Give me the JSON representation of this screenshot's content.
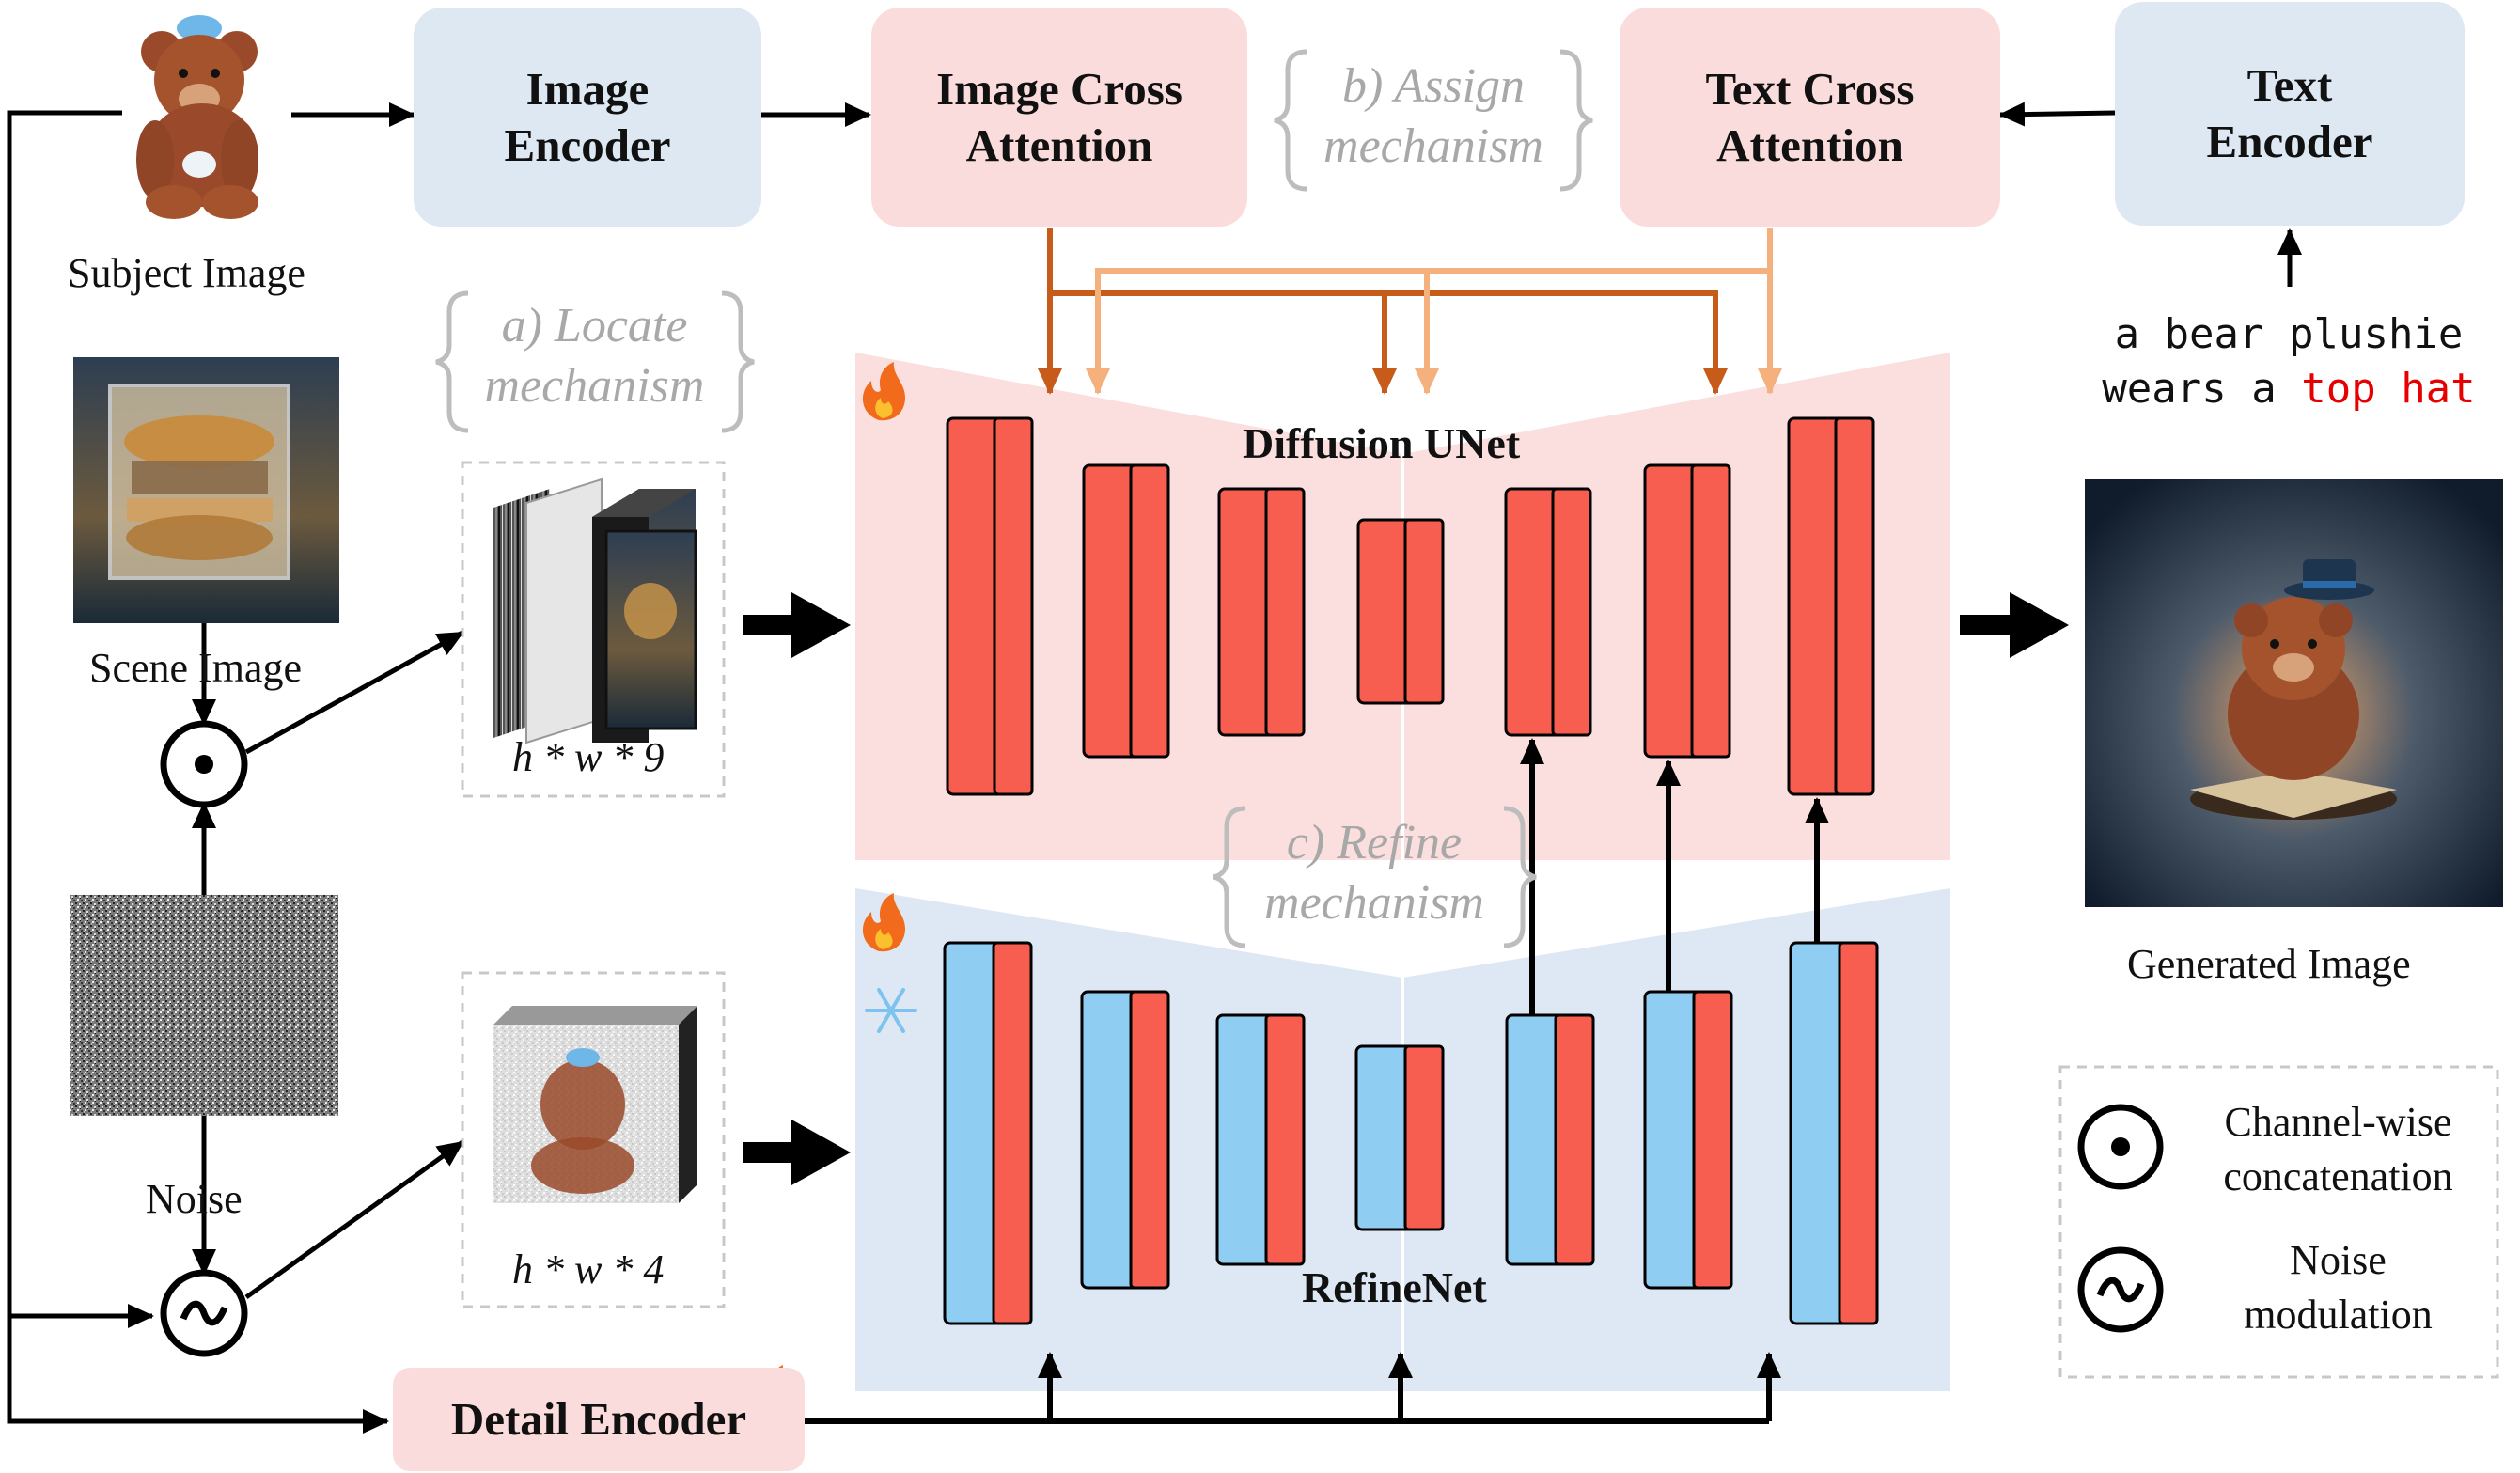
{
  "subject_label": "Subject Image",
  "scene_label": "Scene Image",
  "noise_label": "Noise",
  "generated_label": "Generated Image",
  "image_encoder": "Image\nEncoder",
  "image_cross_attention": "Image Cross\nAttention",
  "text_cross_attention": "Text Cross\nAttention",
  "text_encoder": "Text\nEncoder",
  "detail_encoder": "Detail Encoder",
  "locate_mechanism": "a) Locate\nmechanism",
  "assign_mechanism": "b) Assign\nmechanism",
  "refine_mechanism": "c) Refine\nmechanism",
  "unet_label": "Diffusion UNet",
  "refinenet_label": "RefineNet",
  "dim_9": "h * w * 9",
  "dim_4": "h * w * 4",
  "prompt_line1": "a bear plushie",
  "prompt_line2_prefix": "wears a ",
  "prompt_line2_highlight": "top hat",
  "legend_concat": "Channel-wise\nconcatenation",
  "legend_noise": "Noise\nmodulation",
  "colors": {
    "encoder_blue": "#dde8f3",
    "attention_pink": "#fbdcdc",
    "block_red": "#f85e50",
    "block_blue": "#8fcdf3",
    "arrow_dark_orange": "#c75b1a",
    "arrow_light_orange": "#f4b07d",
    "highlight_red": "#e60000"
  }
}
